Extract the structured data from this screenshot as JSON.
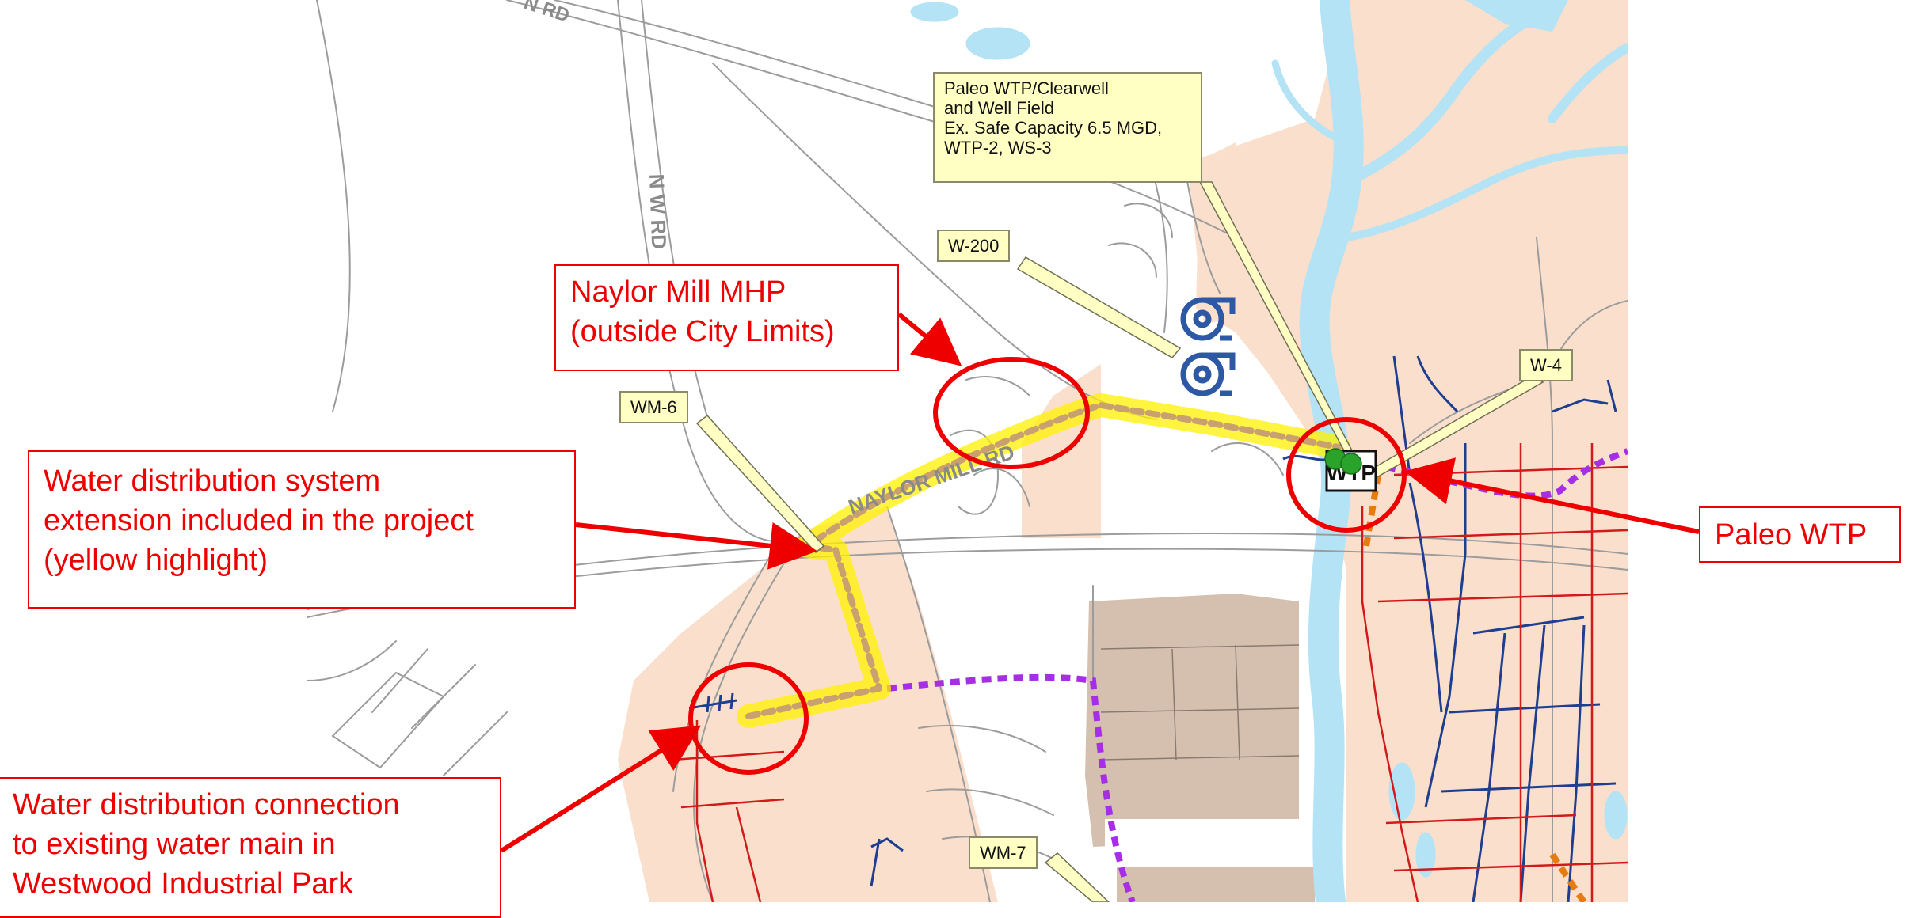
{
  "map": {
    "roads": {
      "naylor_mill": "NAYLOR MILL RD",
      "nw_rd": "N W RD",
      "top_partial": "N RD"
    },
    "facility_label": "WTP",
    "colors": {
      "land": "#f9dfcc",
      "industrial": "#d5c0b0",
      "water": "#b3e3f5",
      "road_line": "#9c9c9c",
      "project_highlight": "#fff200",
      "project_line": "#c9a070",
      "city_limit": "#a62ee6",
      "orange_boundary": "#e77b10",
      "water_main_blue": "#1f3e8f",
      "water_main_red": "#d21a1a",
      "callout_red": "#ee0000",
      "label_fill": "#ffffc4",
      "well_green": "#29a329"
    },
    "icons": [
      "pump-station-icon",
      "well-dot-icon"
    ]
  },
  "labels": {
    "paleo_wtp_box": [
      "Paleo WTP/Clearwell",
      "and Well Field",
      "Ex. Safe Capacity 6.5 MGD,",
      "WTP-2, WS-3"
    ],
    "w200": "W-200",
    "w4": "W-4",
    "wm6": "WM-6",
    "wm7": "WM-7"
  },
  "callouts": {
    "naylor_mill_mhp": [
      "Naylor Mill MHP",
      "(outside City Limits)"
    ],
    "paleo_wtp": "Paleo WTP",
    "extension": [
      "Water distribution system",
      "extension included in the project",
      "(yellow highlight)"
    ],
    "connection": [
      "Water distribution connection",
      "to existing water main in",
      "Westwood Industrial Park"
    ]
  }
}
